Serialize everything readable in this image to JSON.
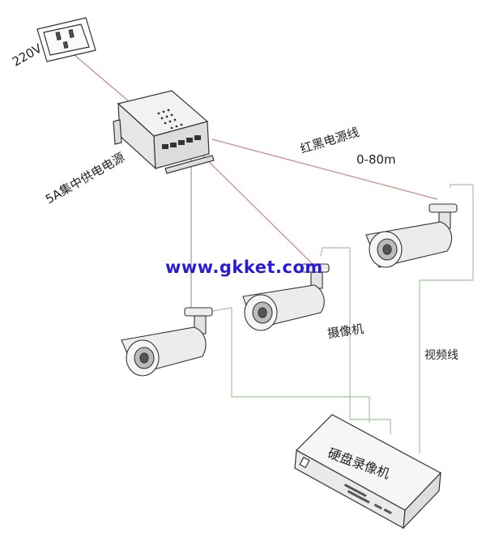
{
  "labels": {
    "voltage": "220V",
    "power_supply": "5A集中供电电源",
    "power_cable": "红黑电源线",
    "distance": "0-80m",
    "camera": "摄像机",
    "video_cable": "视频线",
    "dvr": "硬盘录像机"
  },
  "watermark": "www.gkket.com",
  "colors": {
    "power_line": "#c48a8a",
    "video_line": "#9fc89a",
    "device_outline": "#333333",
    "watermark": "#2a1bd6"
  }
}
